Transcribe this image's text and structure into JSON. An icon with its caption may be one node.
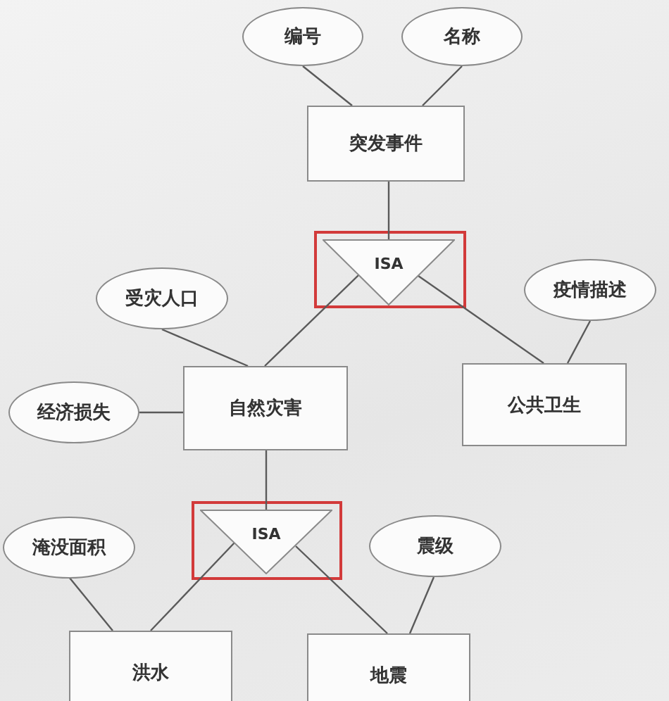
{
  "diagram": {
    "nodes": [
      {
        "text": [
          "编号"
        ]
      },
      {
        "text": [
          "名称"
        ]
      },
      {
        "text": [
          "突发事件"
        ]
      },
      {
        "text": [
          "ISA"
        ]
      },
      {
        "text": [
          "受灾人口"
        ]
      },
      {
        "text": [
          "疫情描述"
        ]
      },
      {
        "text": [
          "自然灾害"
        ]
      },
      {
        "text": [
          "公共卫生"
        ]
      },
      {
        "text": [
          "经济损失"
        ]
      },
      {
        "text": [
          "ISA"
        ]
      },
      {
        "text": [
          "淹没面积"
        ]
      },
      {
        "text": [
          "震级"
        ]
      },
      {
        "text": [
          "洪水"
        ]
      },
      {
        "text": [
          "地震"
        ]
      }
    ],
    "edges": [
      {
        "from": 0,
        "to": 2,
        "arrow": "none"
      },
      {
        "from": 1,
        "to": 2,
        "arrow": "none"
      },
      {
        "from": 2,
        "to": 3,
        "arrow": "none"
      },
      {
        "from": 3,
        "to": 6,
        "arrow": "none"
      },
      {
        "from": 3,
        "to": 7,
        "arrow": "none"
      },
      {
        "from": 4,
        "to": 6,
        "arrow": "none"
      },
      {
        "from": 5,
        "to": 7,
        "arrow": "none"
      },
      {
        "from": 8,
        "to": 6,
        "arrow": "none"
      },
      {
        "from": 6,
        "to": 9,
        "arrow": "none"
      },
      {
        "from": 9,
        "to": 12,
        "arrow": "none"
      },
      {
        "from": 9,
        "to": 13,
        "arrow": "none"
      },
      {
        "from": 10,
        "to": 12,
        "arrow": "none"
      },
      {
        "from": 11,
        "to": 13,
        "arrow": "none"
      }
    ]
  }
}
